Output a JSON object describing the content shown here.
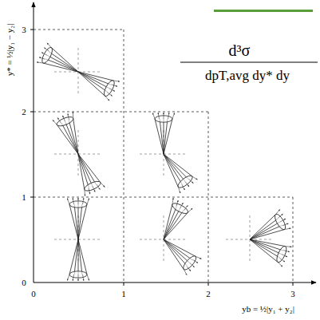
{
  "diagram": {
    "labels": [
      "3",
      "2",
      "1",
      "0",
      "0",
      "1",
      "2",
      "3",
      "y* = ½|y₁ − y₂|",
      "yb = ½|y₁ + y₂|",
      "d³σ",
      "dpT,avg dy* dy"
    ]
  }
}
